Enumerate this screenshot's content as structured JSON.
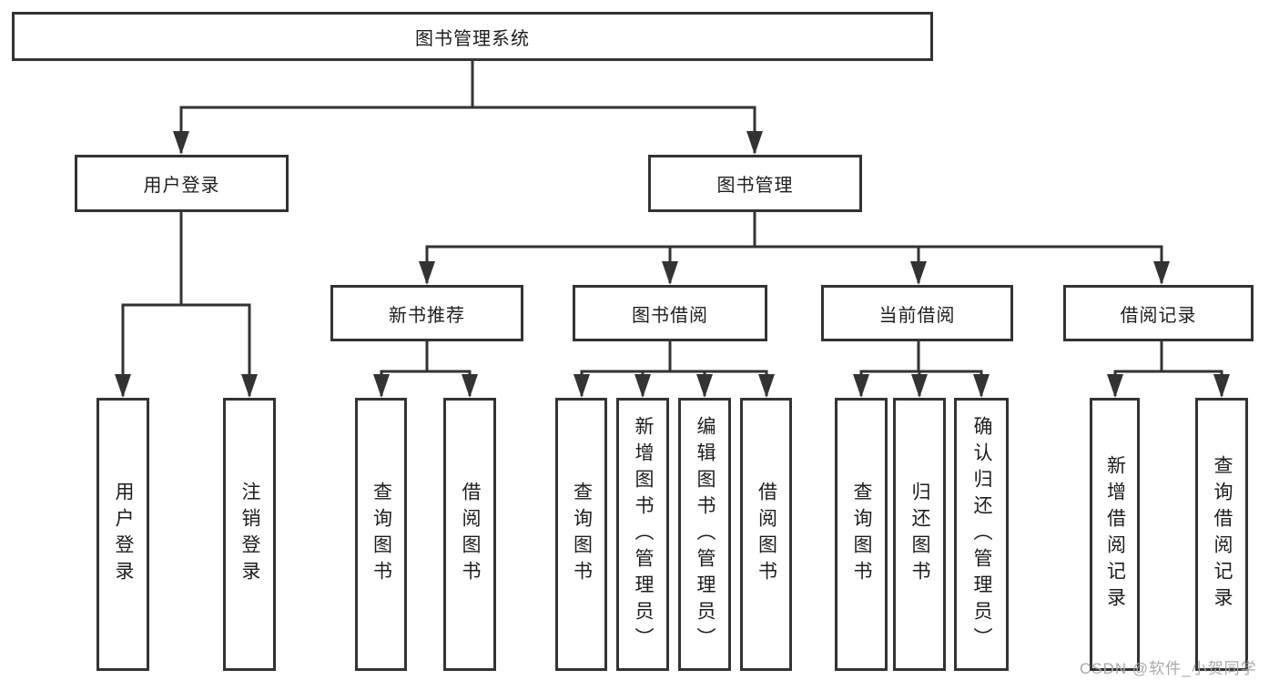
{
  "diagram": {
    "root": {
      "label": "图书管理系统"
    },
    "branches": [
      {
        "label": "用户登录",
        "children": [
          "用户登录",
          "注销登录"
        ]
      },
      {
        "label": "图书管理",
        "children": [
          {
            "label": "新书推荐",
            "children": [
              "查询图书",
              "借阅图书"
            ]
          },
          {
            "label": "图书借阅",
            "children": [
              "查询图书",
              "新增图书（管理员）",
              "编辑图书（管理员）",
              "借阅图书"
            ]
          },
          {
            "label": "当前借阅",
            "children": [
              "查询图书",
              "归还图书",
              "确认归还（管理员）"
            ]
          },
          {
            "label": "借阅记录",
            "children": [
              "新增借阅记录",
              "查询借阅记录"
            ]
          }
        ]
      }
    ]
  },
  "watermark": {
    "text": "CSDN @软件_小贺同学"
  },
  "colors": {
    "line": "#333333",
    "text": "#1d1d1d",
    "watermark": "#a9a9a9",
    "background": "#ffffff"
  }
}
